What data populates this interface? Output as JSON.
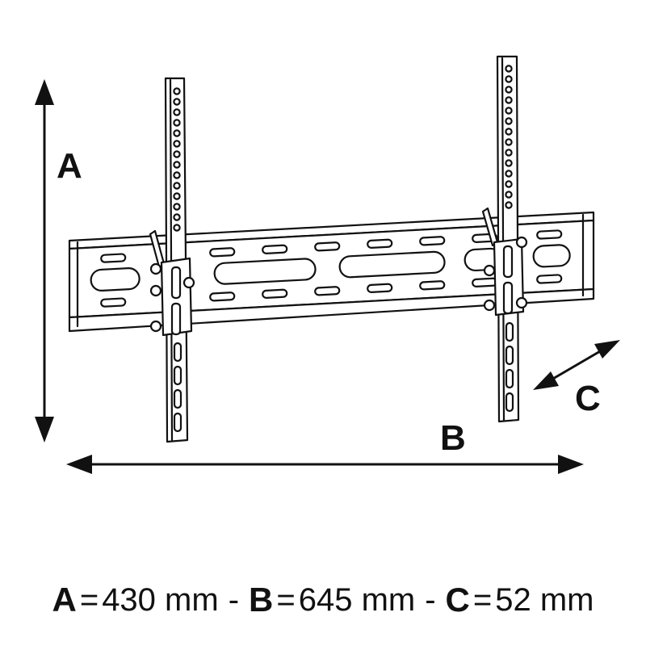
{
  "labels": {
    "a": "A",
    "b": "B",
    "c": "C"
  },
  "caption": {
    "a_key": "A",
    "a_value": "430 mm",
    "b_key": "B",
    "b_value": "645 mm",
    "c_key": "C",
    "c_value": "52 mm",
    "equals": "=",
    "separator": "-"
  },
  "colors": {
    "ink": "#111111",
    "background": "#ffffff"
  }
}
